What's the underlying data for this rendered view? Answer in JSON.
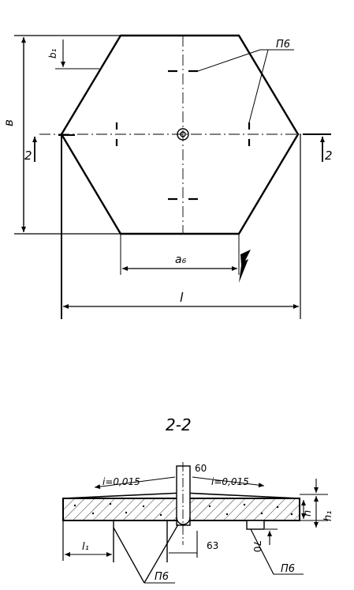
{
  "plan": {
    "label_b": "в",
    "label_b1": "b₁",
    "label_p6": "П6",
    "label_a6": "а₆",
    "label_l": "l",
    "section_mark_left": "2",
    "section_mark_right": "2"
  },
  "section": {
    "title": "2-2",
    "slope_left": "i=0,015",
    "slope_right": "i=0,015",
    "dim_60": "60",
    "dim_63": "63",
    "dim_70": "70",
    "label_l1": "l₁",
    "label_h": "h",
    "label_h1": "h₁",
    "label_p6_left": "П6",
    "label_p6_right": "П6"
  }
}
